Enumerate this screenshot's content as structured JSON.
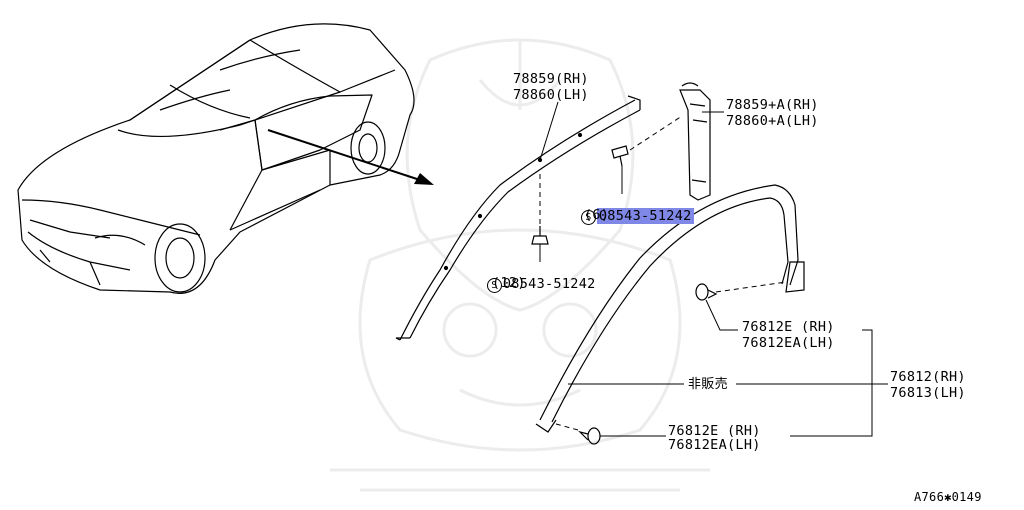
{
  "labels": {
    "moulding_rh": "78859(RH)",
    "moulding_lh": "78860(LH)",
    "moulding_a_rh": "78859+A(RH)",
    "moulding_a_lh": "78860+A(LH)",
    "screw_top_prefix": "S",
    "screw_top_code": "08543-51242",
    "screw_top_qty": "(6)",
    "screw_bottom_prefix": "S",
    "screw_bottom_code": "08543-51242",
    "screw_bottom_qty": "(12)",
    "clip_top_rh": "76812E (RH)",
    "clip_top_lh": "76812EA(LH)",
    "not_for_sale": "非販売",
    "frame_rh": "76812(RH)",
    "frame_lh": "76813(LH)",
    "clip_bottom_rh": "76812E (RH)",
    "clip_bottom_lh": "76812EA(LH)",
    "diagram_code": "A766✱0149"
  },
  "colors": {
    "highlight": "#7f88e6",
    "line": "#000000",
    "watermark": "#ececec"
  }
}
